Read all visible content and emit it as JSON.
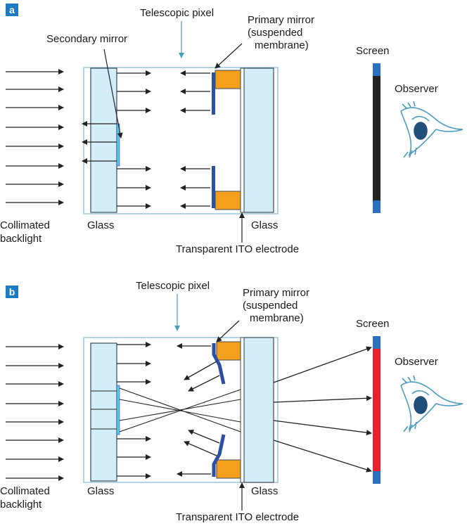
{
  "colors": {
    "glass_fill": "#d4eef9",
    "glass_stroke": "#3a4a55",
    "pixel_box": "#7fb9d9",
    "mirror": "#2d4ea3",
    "orange": "#f5a01d",
    "screen_dark": "#222222",
    "screen_red": "#e8202e",
    "screen_blue": "#2a6fc0",
    "observer_eye": "#4a9bbf",
    "secondary_mirror": "#5bc7e6"
  },
  "icons": {
    "eye": "eye-icon"
  },
  "panels": [
    {
      "letter": "a",
      "labels": {
        "telescopic_pixel": "Telescopic pixel",
        "secondary_mirror": "Secondary mirror",
        "primary_mirror_1": "Primary mirror",
        "primary_mirror_2": "(suspended",
        "primary_mirror_3": "membrane)",
        "screen": "Screen",
        "observer": "Observer",
        "collimated_1": "Collimated",
        "collimated_2": "backlight",
        "glass_left": "Glass",
        "glass_right": "Glass",
        "ito": "Transparent ITO electrode"
      }
    },
    {
      "letter": "b",
      "labels": {
        "telescopic_pixel": "Telescopic pixel",
        "primary_mirror_1": "Primary mirror",
        "primary_mirror_2": "(suspended",
        "primary_mirror_3": "membrane)",
        "screen": "Screen",
        "observer": "Observer",
        "collimated_1": "Collimated",
        "collimated_2": "backlight",
        "glass_left": "Glass",
        "glass_right": "Glass",
        "ito": "Transparent ITO electrode"
      }
    }
  ]
}
